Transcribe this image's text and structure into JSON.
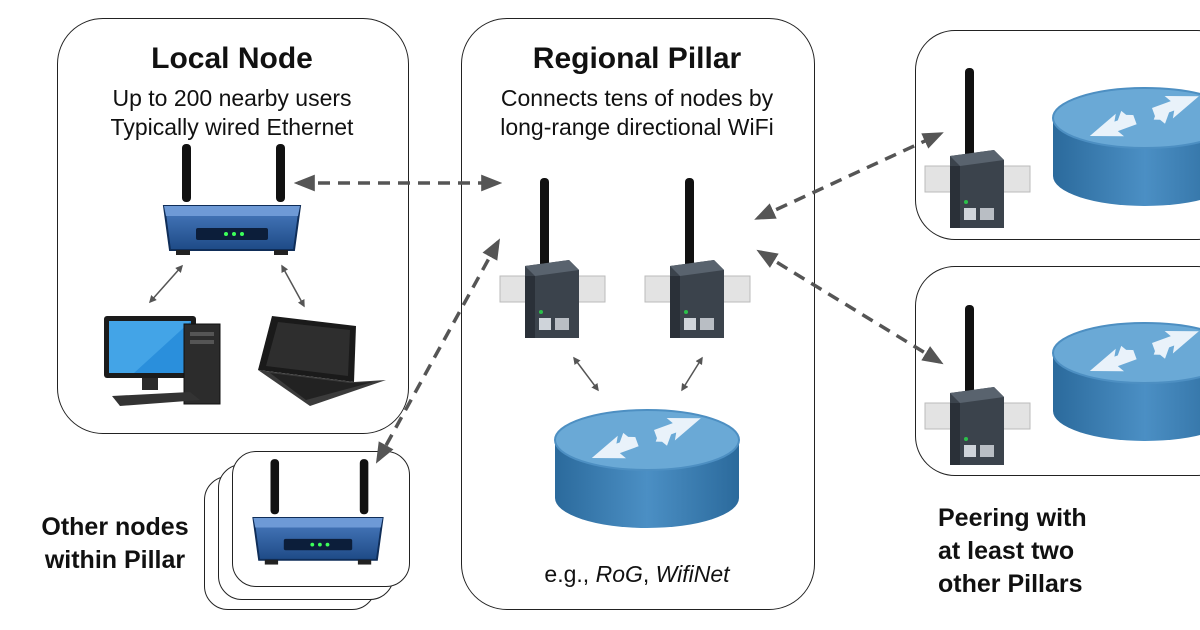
{
  "local_node": {
    "title": "Local Node",
    "line1": "Up to 200 nearby users",
    "line2": "Typically wired Ethernet"
  },
  "regional_pillar": {
    "title": "Regional Pillar",
    "line1": "Connects tens of nodes by",
    "line2": "long-range directional WiFi",
    "example_prefix": "e.g., ",
    "example_1": "RoG",
    "example_sep": ", ",
    "example_2": "WifiNet"
  },
  "other_nodes": {
    "line1": "Other nodes",
    "line2": "within Pillar"
  },
  "peering": {
    "line1": "Peering with",
    "line2": "at least two",
    "line3": "other Pillars"
  },
  "colors": {
    "router_blue": "#2f5f9e",
    "hub_blue": "#3d7fb3",
    "arrow_gray": "#555555"
  },
  "icons": [
    "wifi-router-icon",
    "desktop-computer-icon",
    "laptop-icon",
    "wireless-bridge-icon",
    "network-hub-icon"
  ]
}
